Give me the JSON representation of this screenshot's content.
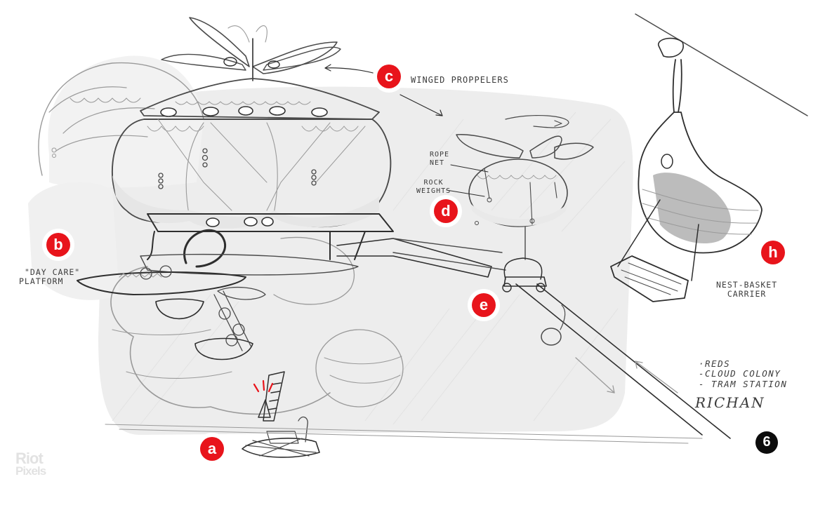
{
  "artwork": {
    "subject": "Cloud colony tram station concept sketch",
    "palette": {
      "paper": "#ffffff",
      "shadow_wash": "#ececec",
      "pencil": "#4a4a4a",
      "marker_red": "#e8141b",
      "marker_black": "#0c0c0c"
    }
  },
  "callouts": [
    {
      "id": "a",
      "letter": "a",
      "label": ""
    },
    {
      "id": "b",
      "letter": "b",
      "label": "\"DAY CARE\" PLATFORM"
    },
    {
      "id": "c",
      "letter": "c",
      "label": "WINGED PROPPELERS"
    },
    {
      "id": "d",
      "letter": "d",
      "label": ""
    },
    {
      "id": "e",
      "letter": "e",
      "label": ""
    },
    {
      "id": "h",
      "letter": "h",
      "label": "NEST-BASKET CARRIER"
    }
  ],
  "labels": {
    "winged_propellers": "WINGED PROPPELERS",
    "rope_net_line1": "ROPE",
    "rope_net_line2": "NET",
    "rock_weights_line1": "ROCK",
    "rock_weights_line2": "WEIGHTS",
    "day_care_line1": "\"DAY CARE\"",
    "day_care_line2": "PLATFORM",
    "nest_basket_line1": "NEST-BASKET",
    "nest_basket_line2": "CARRIER"
  },
  "notes": {
    "lines": [
      "·REDS",
      "-CLOUD COLONY",
      "- TRAM STATION"
    ],
    "signature": "RICHAN"
  },
  "page_number": "6",
  "watermark": {
    "line1": "Riot",
    "line2": "Pixels"
  }
}
